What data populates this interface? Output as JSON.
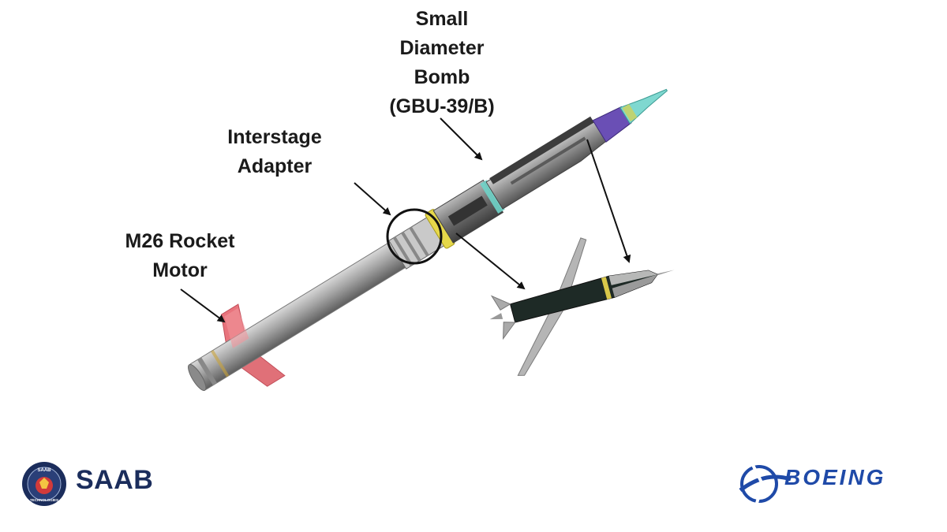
{
  "labels": {
    "sdb": [
      "Small",
      "Diameter",
      "Bomb",
      "(GBU-39/B)"
    ],
    "adapter": [
      "Interstage",
      "Adapter"
    ],
    "motor": [
      "M26 Rocket",
      "Motor"
    ]
  },
  "logos": {
    "saab": "SAAB",
    "saab_seal_text": [
      "SAAB",
      "TECHNOLOGIES"
    ],
    "boeing": "BOEING"
  },
  "colors": {
    "motor_body": "#9a9a9a",
    "fins": "#e8737c",
    "canister": "#6b6b6b",
    "bomb_body": "#1e2a26",
    "purple_section": "#6a4fb5",
    "cyan_tip": "#7fd8d0",
    "yellow_ring": "#e6d84a",
    "saab_blue": "#1b2d5c",
    "boeing_blue": "#1f4aa8"
  }
}
